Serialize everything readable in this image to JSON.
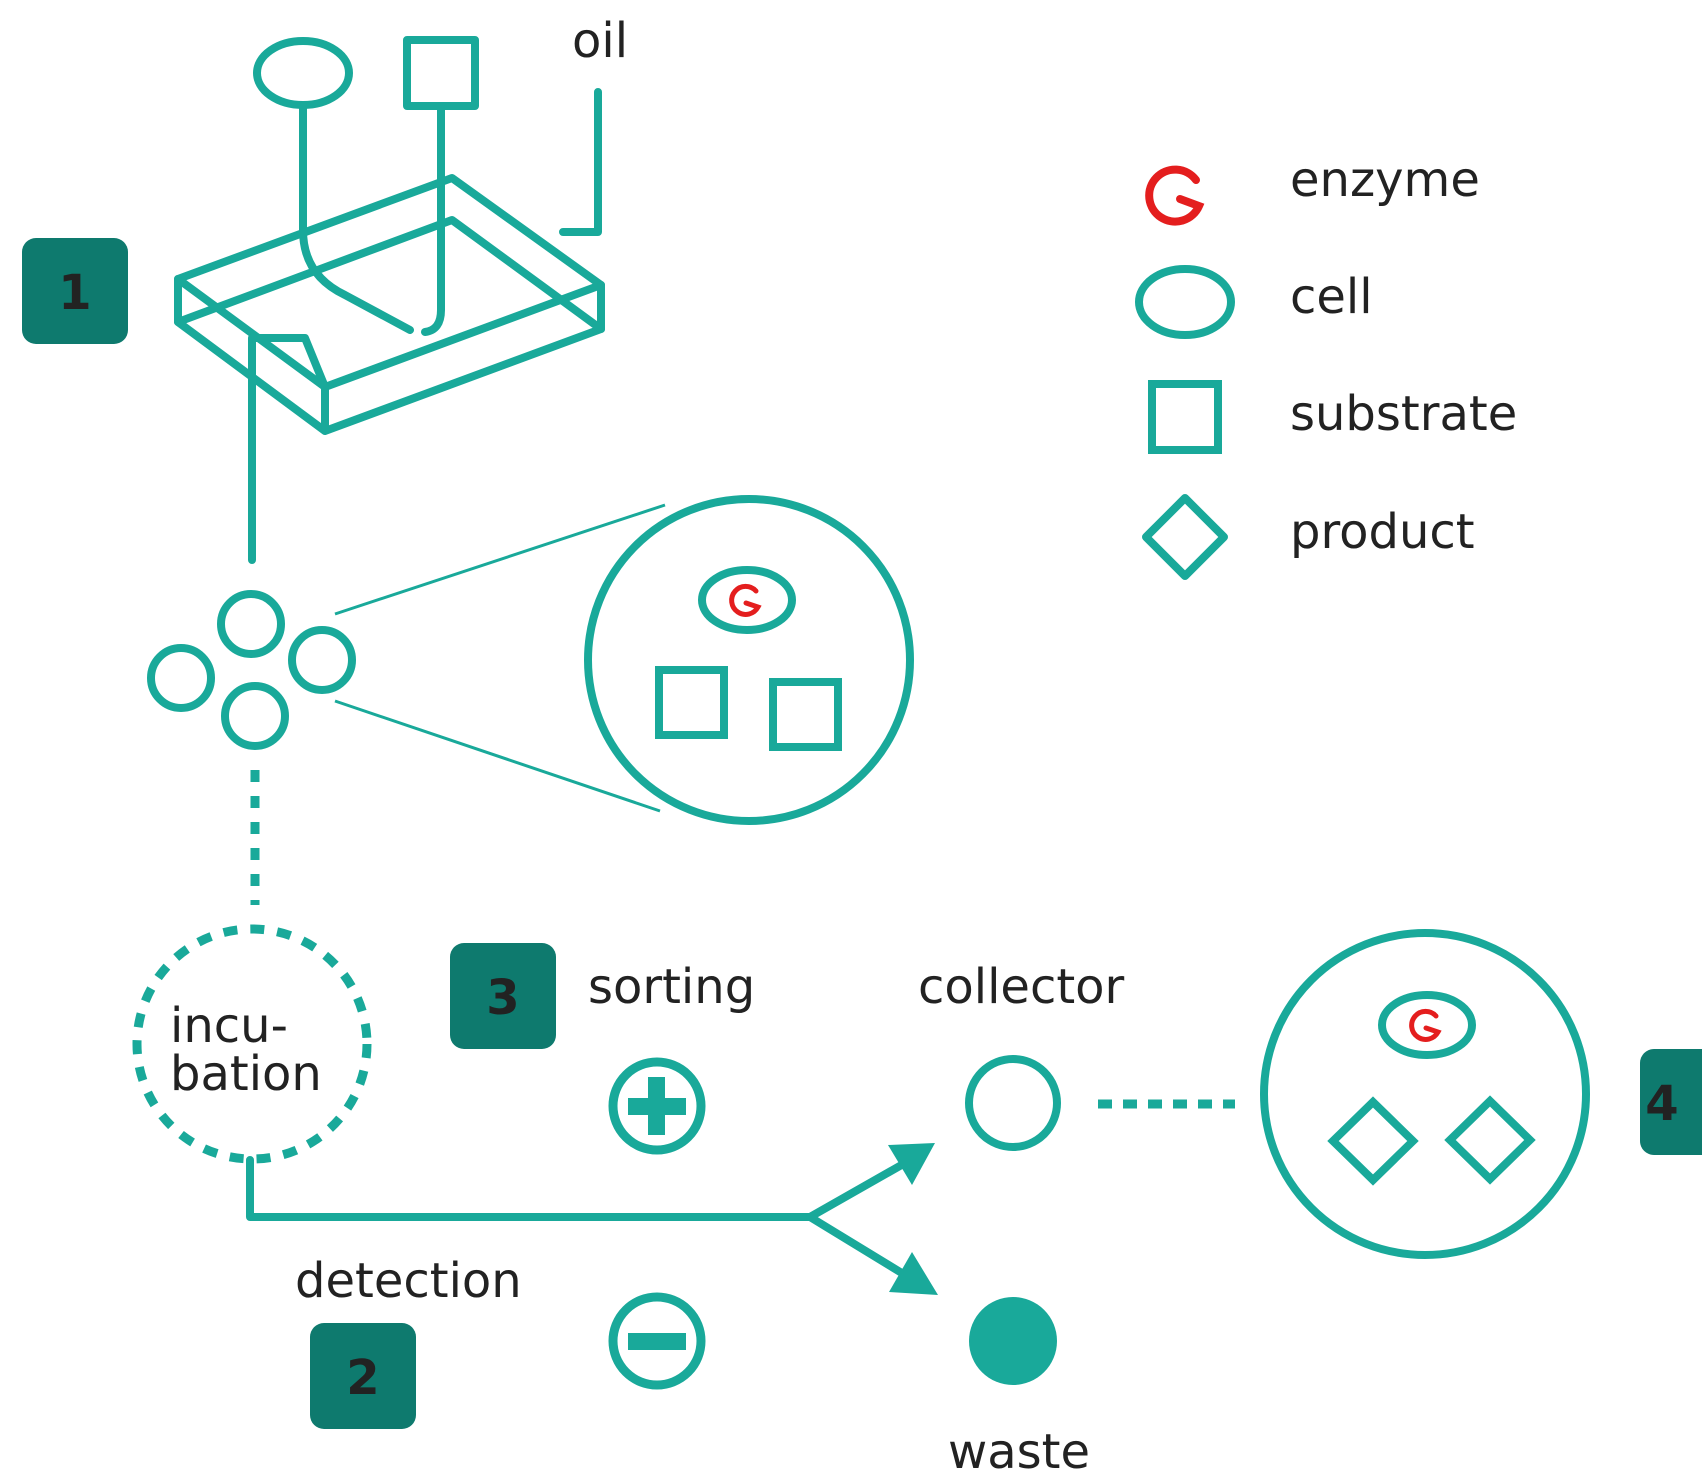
{
  "colors": {
    "teal": "#19a99a",
    "badge": "#0e7a6e",
    "enzyme": "#e41e1e",
    "text": "#222222"
  },
  "labels": {
    "oil": "oil",
    "incubation_line1": "incu-",
    "incubation_line2": "bation",
    "sorting": "sorting",
    "collector": "collector",
    "detection": "detection",
    "waste": "waste"
  },
  "steps": {
    "step1": "1",
    "step2": "2",
    "step3": "3",
    "step4": "4"
  },
  "legend": {
    "items": [
      {
        "icon": "enzyme-icon",
        "label": "enzyme"
      },
      {
        "icon": "cell-icon",
        "label": "cell"
      },
      {
        "icon": "substrate-icon",
        "label": "substrate"
      },
      {
        "icon": "product-icon",
        "label": "product"
      }
    ]
  }
}
